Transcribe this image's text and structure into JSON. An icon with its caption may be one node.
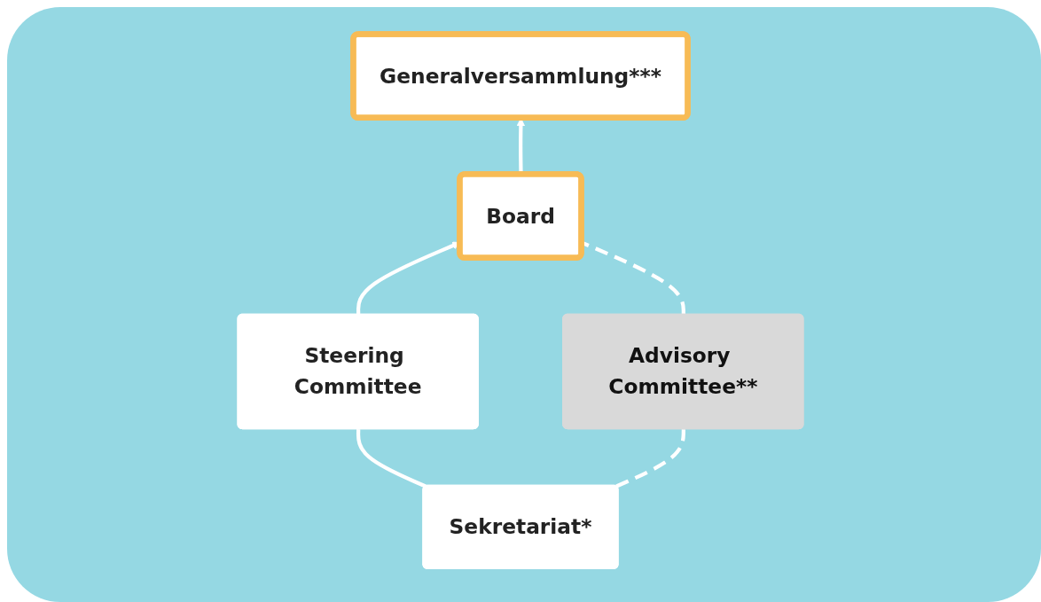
{
  "diagram": {
    "nodes": [
      {
        "text": [
          "Generalversammlung***"
        ]
      },
      {
        "text": [
          "Board"
        ]
      },
      {
        "text": [
          "Steering Committee"
        ]
      },
      {
        "text": [
          "Advisory Committee**"
        ]
      },
      {
        "text": [
          "Sekretariat*"
        ]
      }
    ],
    "edges": [
      {
        "from": 1,
        "to": 0,
        "arrow": "to"
      },
      {
        "from": 2,
        "to": 1,
        "arrow": "to"
      },
      {
        "from": 4,
        "to": 2,
        "arrow": "none"
      },
      {
        "from": 1,
        "to": 3,
        "arrow": "none",
        "style": "dashed"
      },
      {
        "from": 3,
        "to": 4,
        "arrow": "none",
        "style": "dashed"
      }
    ]
  }
}
